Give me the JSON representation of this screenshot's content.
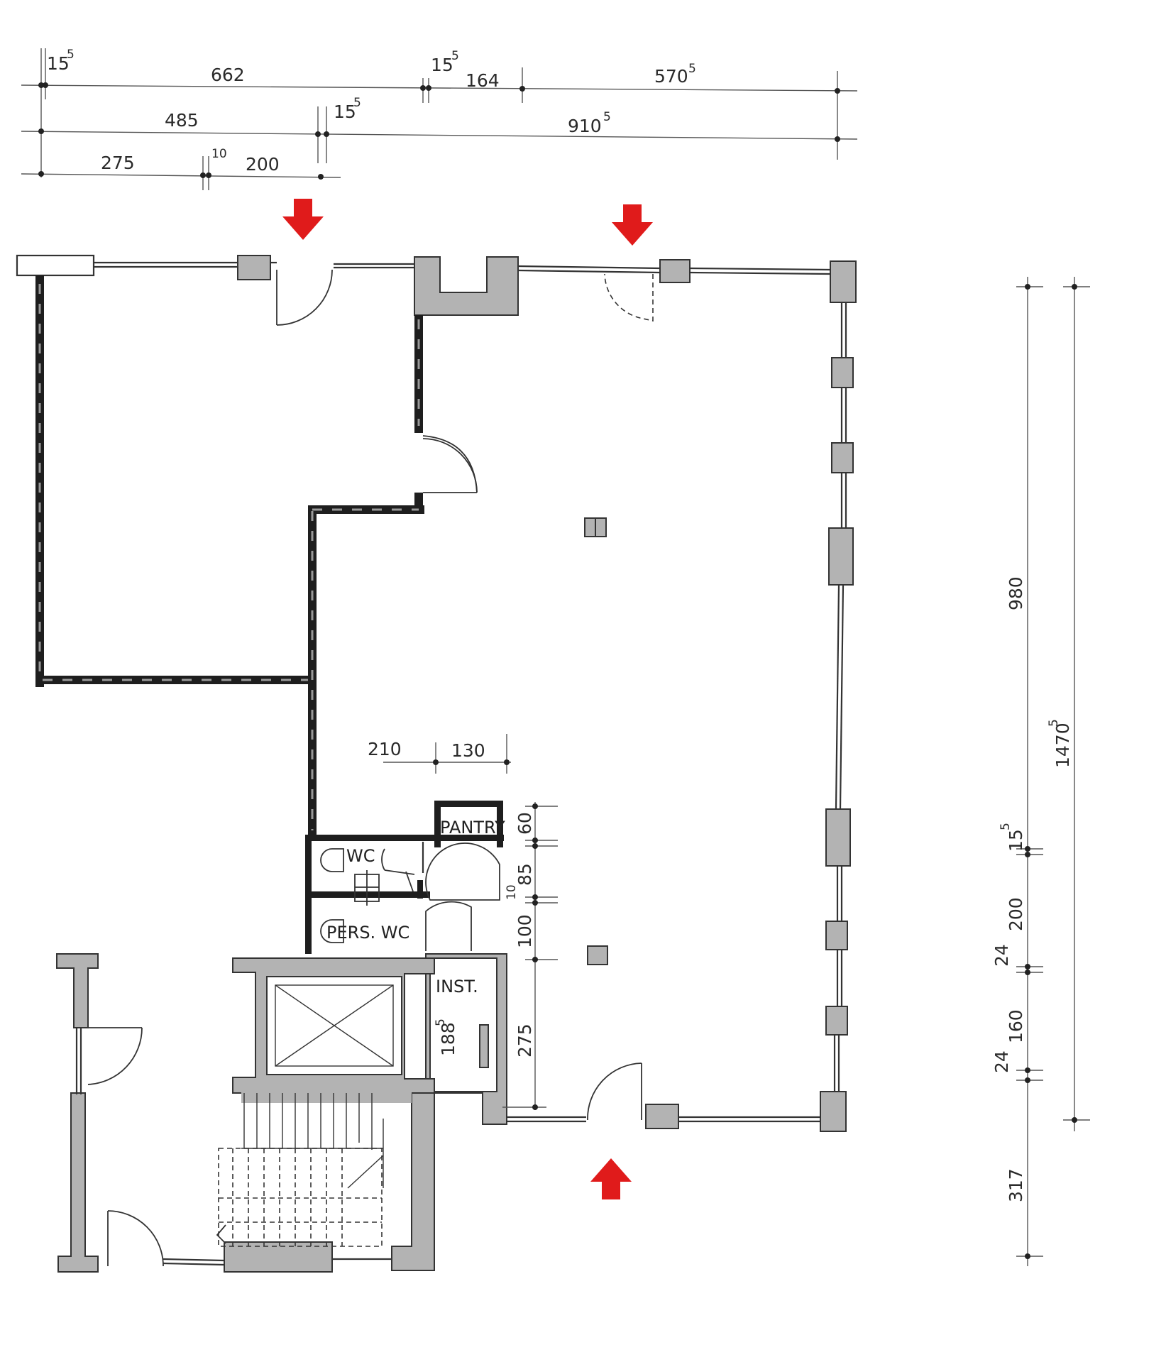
{
  "rooms": {
    "pantry": "PANTRY",
    "wc": "WC",
    "pers_wc": "PERS. WC",
    "inst": "INST."
  },
  "dimensions": {
    "top_row1": [
      "15",
      "5",
      "662",
      "15",
      "5",
      "164",
      "570",
      "5"
    ],
    "top_row2": [
      "485",
      "15",
      "5",
      "910",
      "5"
    ],
    "top_row3": [
      "275",
      "10",
      "200"
    ],
    "inner_horizontal": [
      "210",
      "130"
    ],
    "inner_vertical": [
      "60",
      "85",
      "10",
      "100",
      "275",
      "188",
      "5"
    ],
    "right_inner": [
      "980",
      "15",
      "5",
      "200",
      "24",
      "160",
      "24",
      "317"
    ],
    "right_outer": [
      "1470",
      "5"
    ]
  },
  "colors": {
    "arrow": "#e01b1b",
    "wall": "#1e1e1e",
    "column_fill": "#b3b3b3"
  },
  "icons": [
    "entrance-arrow-icon",
    "elevator-icon",
    "staircase-icon",
    "door-swing-icon"
  ]
}
